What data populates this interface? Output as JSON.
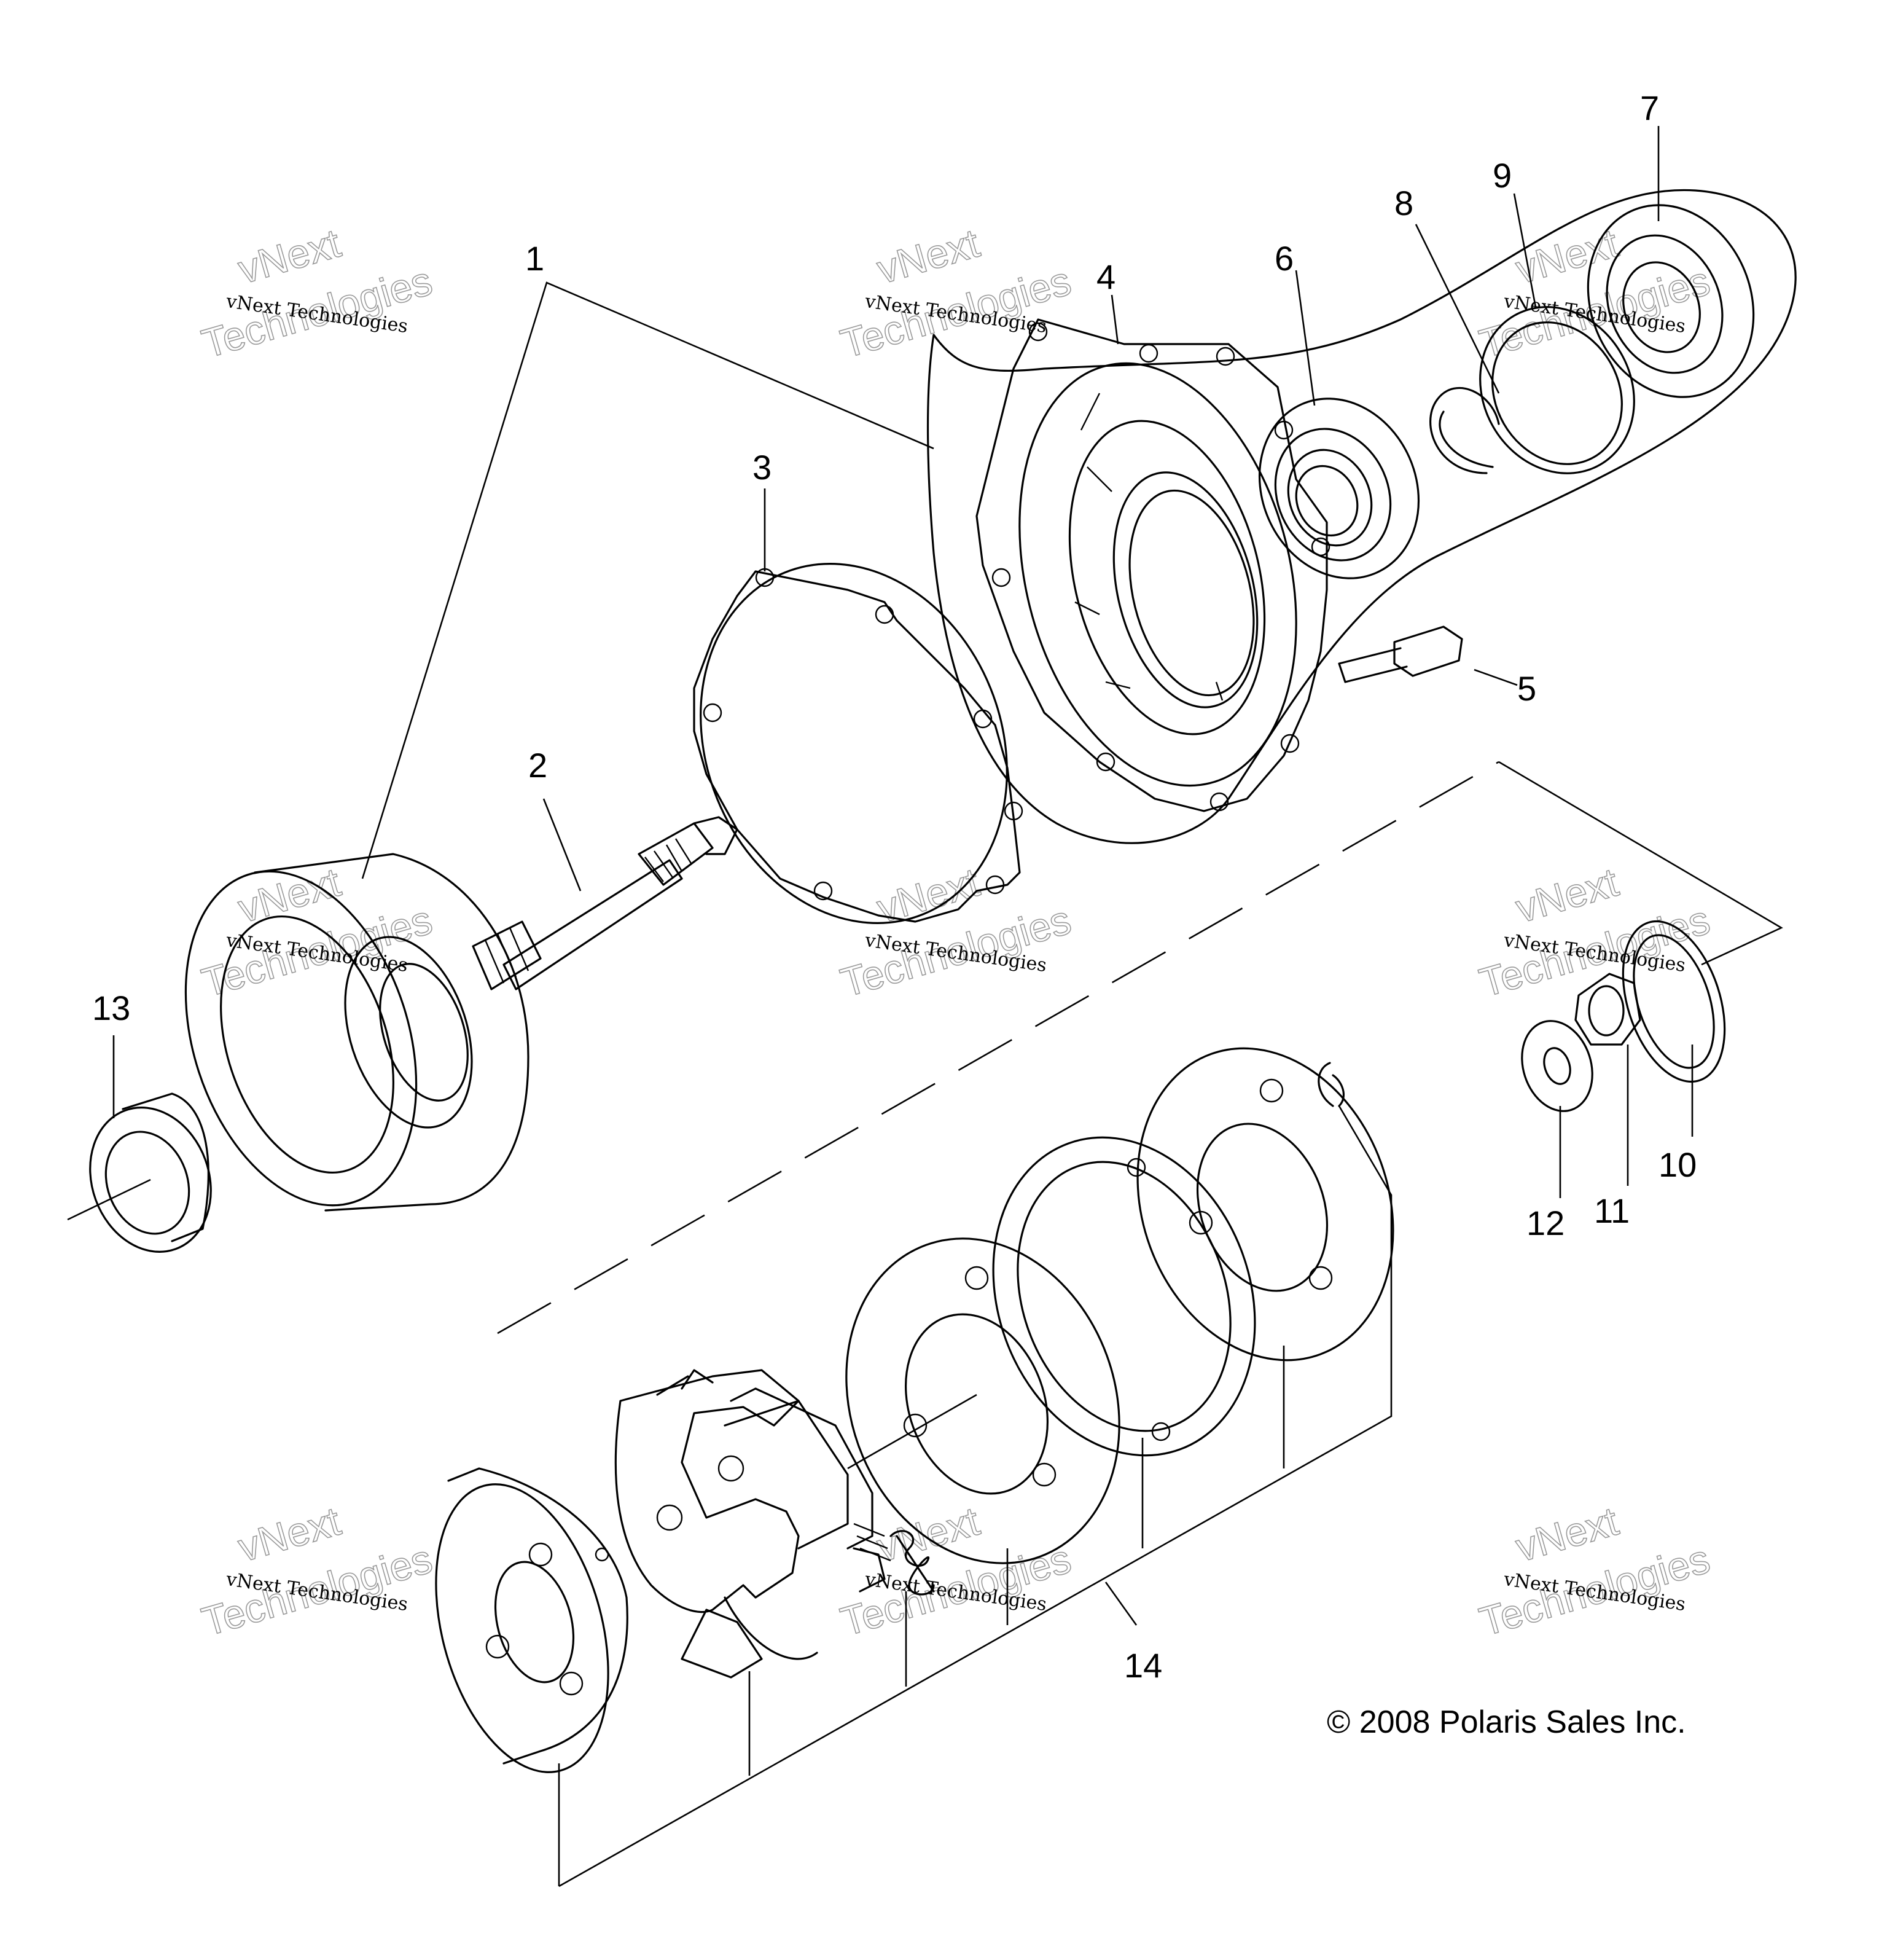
{
  "callouts": [
    "1",
    "2",
    "3",
    "4",
    "5",
    "6",
    "7",
    "8",
    "9",
    "10",
    "11",
    "12",
    "13",
    "14"
  ],
  "watermark": {
    "line1": "vNext Technologies",
    "line2a": "vNext",
    "line2b": "Technologies"
  },
  "copyright": "© 2008 Polaris Sales Inc."
}
